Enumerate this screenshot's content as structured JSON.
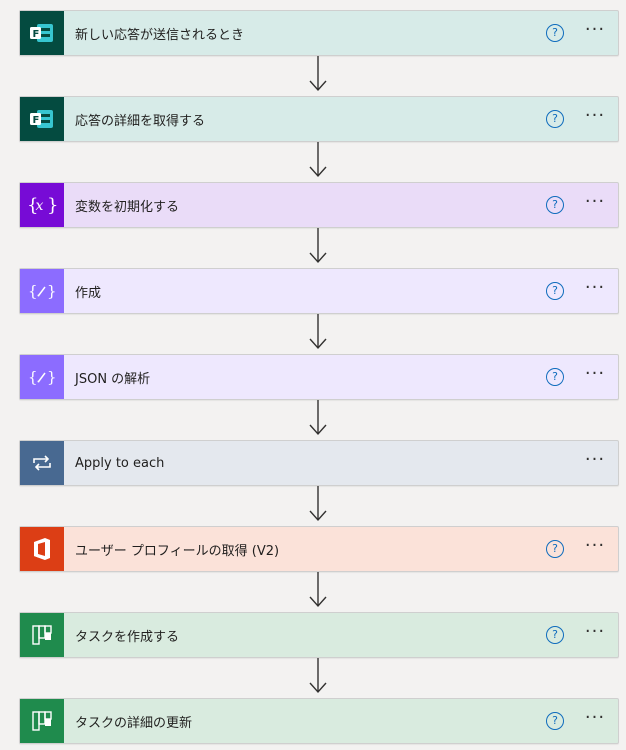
{
  "steps": [
    {
      "title": "新しい応答が送信されるとき",
      "icon": "forms-icon",
      "icon_bg": "#044b40",
      "card_bg": "#d7ebe8",
      "help": "?",
      "more": "···",
      "has_help": true
    },
    {
      "title": "応答の詳細を取得する",
      "icon": "forms-icon",
      "icon_bg": "#044b40",
      "card_bg": "#d7ebe8",
      "help": "?",
      "more": "···",
      "has_help": true
    },
    {
      "title": "変数を初期化する",
      "icon": "variable-icon",
      "icon_bg": "#770bd6",
      "card_bg": "#eadcf8",
      "help": "?",
      "more": "···",
      "has_help": true
    },
    {
      "title": "作成",
      "icon": "data-operation-icon",
      "icon_bg": "#8c6cff",
      "card_bg": "#eee8fe",
      "help": "?",
      "more": "···",
      "has_help": true
    },
    {
      "title": "JSON の解析",
      "icon": "data-operation-icon",
      "icon_bg": "#8c6cff",
      "card_bg": "#eee8fe",
      "help": "?",
      "more": "···",
      "has_help": true
    },
    {
      "title": "Apply to each",
      "icon": "loop-icon",
      "icon_bg": "#486991",
      "card_bg": "#e4e8ee",
      "help": "",
      "more": "···",
      "has_help": false
    },
    {
      "title": "ユーザー プロフィールの取得 (V2)",
      "icon": "office365-icon",
      "icon_bg": "#dc3e15",
      "card_bg": "#fbe2d9",
      "help": "?",
      "more": "···",
      "has_help": true
    },
    {
      "title": "タスクを作成する",
      "icon": "planner-icon",
      "icon_bg": "#1f8b4d",
      "card_bg": "#d9ebdf",
      "help": "?",
      "more": "···",
      "has_help": true
    },
    {
      "title": "タスクの詳細の更新",
      "icon": "planner-icon",
      "icon_bg": "#1f8b4d",
      "card_bg": "#d9ebdf",
      "help": "?",
      "more": "···",
      "has_help": true
    }
  ]
}
